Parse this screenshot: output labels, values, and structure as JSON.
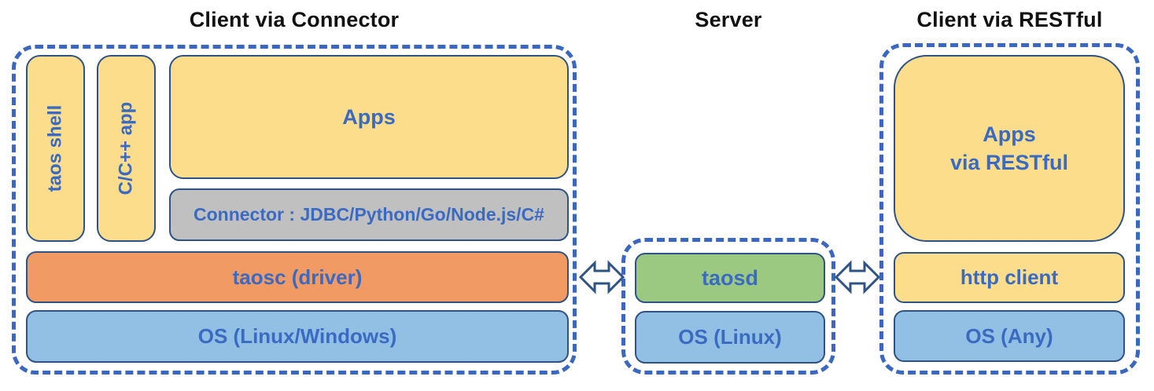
{
  "header": {
    "left_title": "Client via Connector",
    "server_title": "Server",
    "right_title": "Client via RESTful"
  },
  "client_connector": {
    "taos_shell": "taos shell",
    "c_cpp_app": "C/C++ app",
    "apps": "Apps",
    "connector": "Connector : JDBC/Python/Go/Node.js/C#",
    "taosc": "taosc (driver)",
    "os": "OS (Linux/Windows)"
  },
  "server": {
    "taosd": "taosd",
    "os": "OS (Linux)"
  },
  "client_restful": {
    "apps": "Apps\nvia RESTful",
    "http_client": "http client",
    "os": "OS (Any)"
  },
  "icons": {
    "left_link": "double-headed-arrow",
    "right_link": "double-headed-arrow"
  },
  "colors": {
    "app_yellow": "#FBDD8C",
    "driver_orange": "#F19A63",
    "os_blue": "#92BFE4",
    "server_green": "#9CC981",
    "connector_gray": "#C0C0C0",
    "box_border_navy": "#2E5384",
    "dashed_border_blue": "#3A68C0",
    "label_blue": "#3A6AC2",
    "title_black": "#111111",
    "arrow_fill_white": "#FFFFFF"
  }
}
